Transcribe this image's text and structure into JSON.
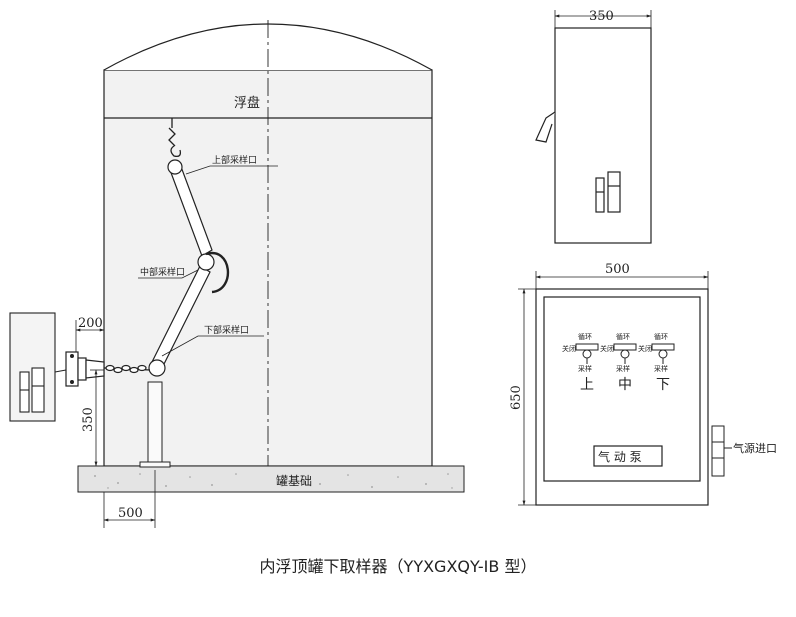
{
  "caption": "内浮顶罐下取样器（YYXGXQY-IB 型）",
  "tank": {
    "floating_roof_label": "浮盘",
    "foundation_label": "罐基础",
    "upper_port_label": "上部采样口",
    "middle_port_label": "中部采样口",
    "lower_port_label": "下部采样口"
  },
  "dimensions": {
    "flange_height": "200",
    "pipe_height": "350",
    "offset": "500",
    "cabinet_side_width": "350",
    "cabinet_front_width": "500",
    "cabinet_front_height": "650"
  },
  "panel": {
    "valve_top_label": "循环",
    "valve_side_label": "关闭",
    "valve_bottom_label": "采样",
    "positions": [
      "上",
      "中",
      "下"
    ],
    "pump_label": "气 动 泵",
    "air_inlet_label": "气源进口"
  }
}
